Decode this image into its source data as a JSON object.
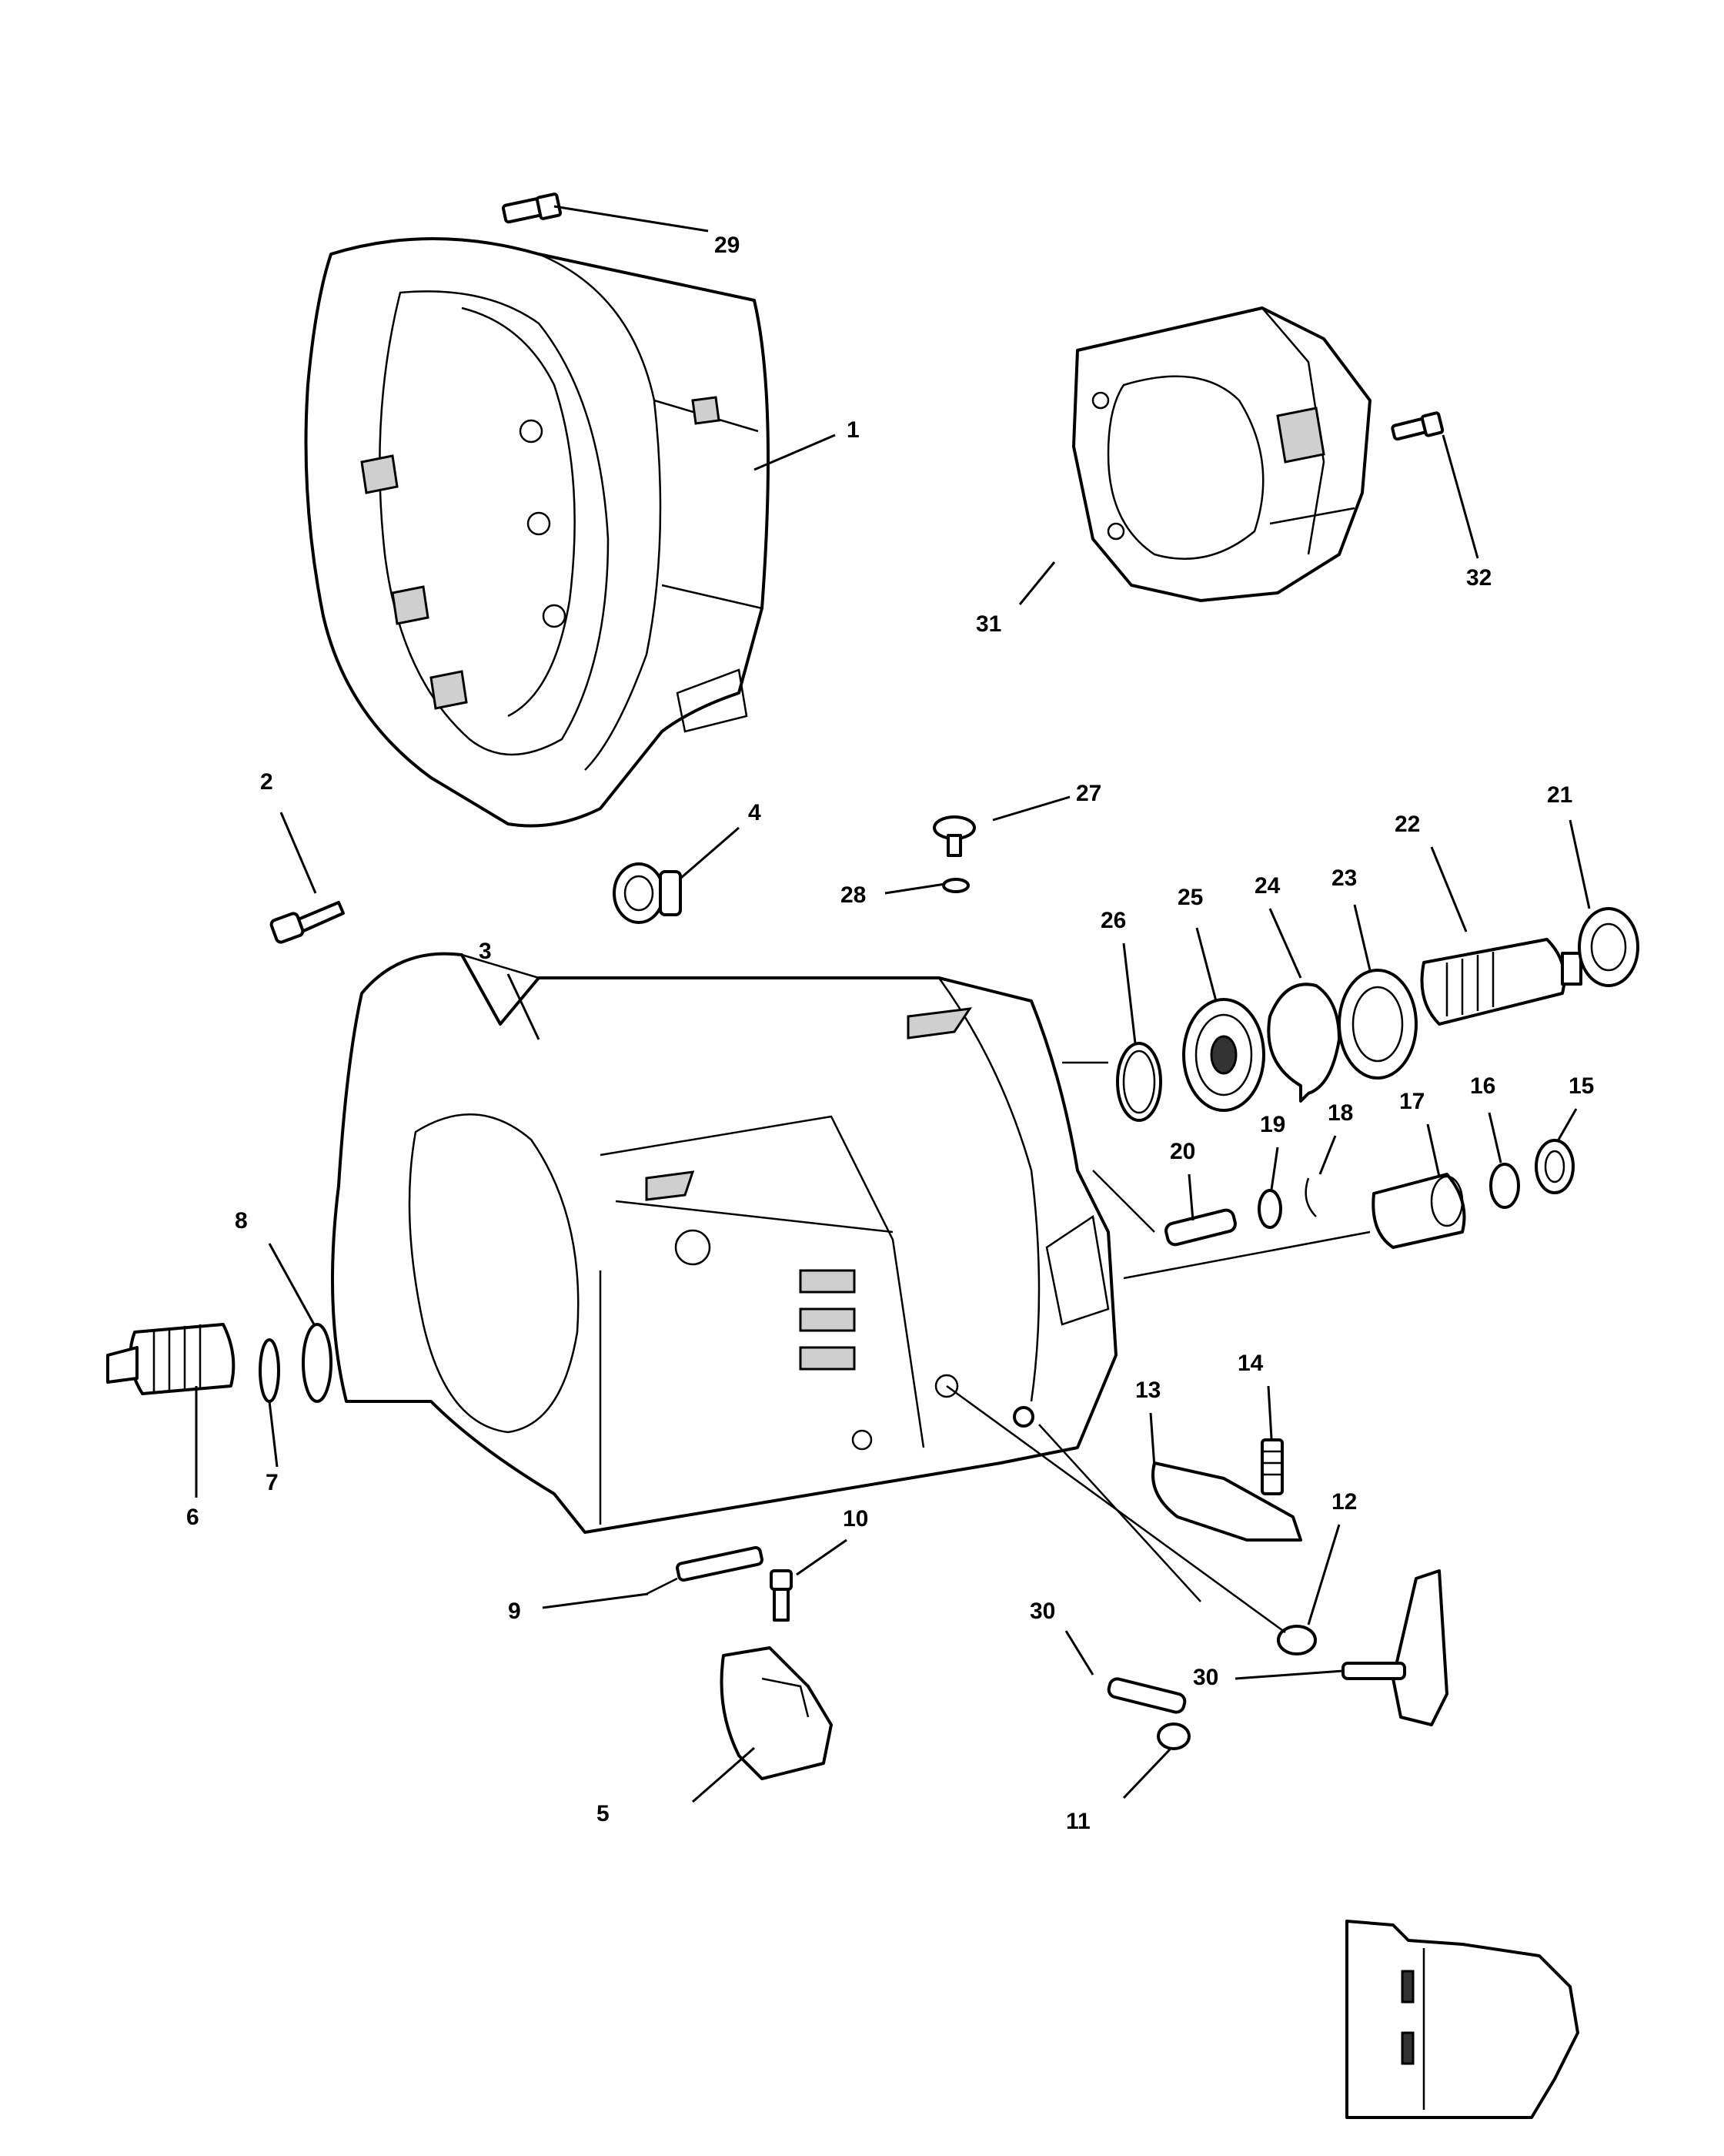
{
  "callouts": [
    {
      "id": "1",
      "label": "1"
    },
    {
      "id": "2",
      "label": "2"
    },
    {
      "id": "3",
      "label": "3"
    },
    {
      "id": "4",
      "label": "4"
    },
    {
      "id": "5",
      "label": "5"
    },
    {
      "id": "6",
      "label": "6"
    },
    {
      "id": "7",
      "label": "7"
    },
    {
      "id": "8",
      "label": "8"
    },
    {
      "id": "9",
      "label": "9"
    },
    {
      "id": "10",
      "label": "10"
    },
    {
      "id": "11",
      "label": "11"
    },
    {
      "id": "12",
      "label": "12"
    },
    {
      "id": "13",
      "label": "13"
    },
    {
      "id": "14",
      "label": "14"
    },
    {
      "id": "15",
      "label": "15"
    },
    {
      "id": "16",
      "label": "16"
    },
    {
      "id": "17",
      "label": "17"
    },
    {
      "id": "18",
      "label": "18"
    },
    {
      "id": "19",
      "label": "19"
    },
    {
      "id": "20",
      "label": "20"
    },
    {
      "id": "21",
      "label": "21"
    },
    {
      "id": "22",
      "label": "22"
    },
    {
      "id": "23",
      "label": "23"
    },
    {
      "id": "24",
      "label": "24"
    },
    {
      "id": "25",
      "label": "25"
    },
    {
      "id": "26",
      "label": "26"
    },
    {
      "id": "27",
      "label": "27"
    },
    {
      "id": "28",
      "label": "28"
    },
    {
      "id": "29",
      "label": "29"
    },
    {
      "id": "30a",
      "label": "30"
    },
    {
      "id": "30b",
      "label": "30"
    },
    {
      "id": "31",
      "label": "31"
    },
    {
      "id": "32",
      "label": "32"
    }
  ]
}
